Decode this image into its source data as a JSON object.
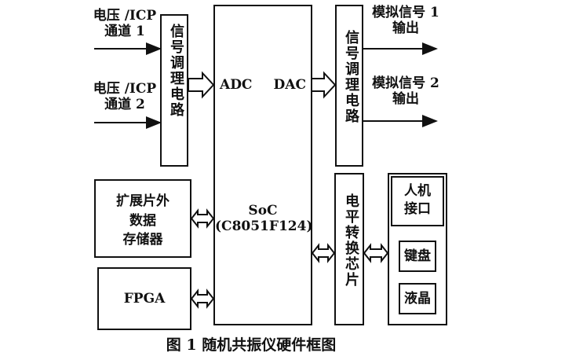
{
  "inputs": {
    "ch1_line1": "电压 /ICP",
    "ch1_line2": "通道 1",
    "ch2_line1": "电压 /ICP",
    "ch2_line2": "通道 2"
  },
  "blocks": {
    "signal_cond_left": "信号调理电路",
    "signal_cond_right": "信号调理电路",
    "adc": "ADC",
    "dac": "DAC",
    "soc_line1": "SoC",
    "soc_line2": "(C8051F124)",
    "memory_line1": "扩展片外",
    "memory_line2": "数据",
    "memory_line3": "存储器",
    "fpga": "FPGA",
    "level_converter": "电平转换芯片",
    "hmi_line1": "人机",
    "hmi_line2": "接口",
    "keyboard": "键盘",
    "lcd": "液晶"
  },
  "outputs": {
    "out1_line1": "模拟信号 1",
    "out1_line2": "输出",
    "out2_line1": "模拟信号 2",
    "out2_line2": "输出"
  },
  "caption": "图 1  随机共振仪硬件框图"
}
